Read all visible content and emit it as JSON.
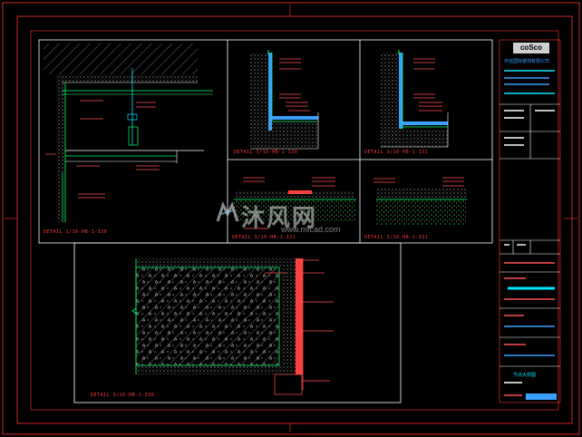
{
  "title_block": {
    "logo_text": "coSco",
    "company_name": "中远国际装饰有限公司",
    "sheet_title": "节点大样图"
  },
  "details": {
    "d1_caption": "DETAIL  1/10-HB-1-330",
    "d2_caption": "DETAIL  3/10-HB-1-330",
    "d3_caption": "DETAIL  3/10-HB-1-331",
    "d4_caption": "DETAIL  3/10-HB-1-331",
    "d5_caption": "DETAIL  3/10-HB-1-331",
    "d6_caption": "DETAIL  3/10-HB-1-330"
  },
  "watermark": {
    "brand": "沐风网",
    "url": "www.mfcad.com"
  },
  "colors": {
    "background": "#000000",
    "frame": "#ff3333",
    "panel": "#ffffff",
    "leader": "#ff5050",
    "structure": "#00ff66",
    "insulation": "#3aa0ff",
    "cyan": "#00e5ff"
  }
}
